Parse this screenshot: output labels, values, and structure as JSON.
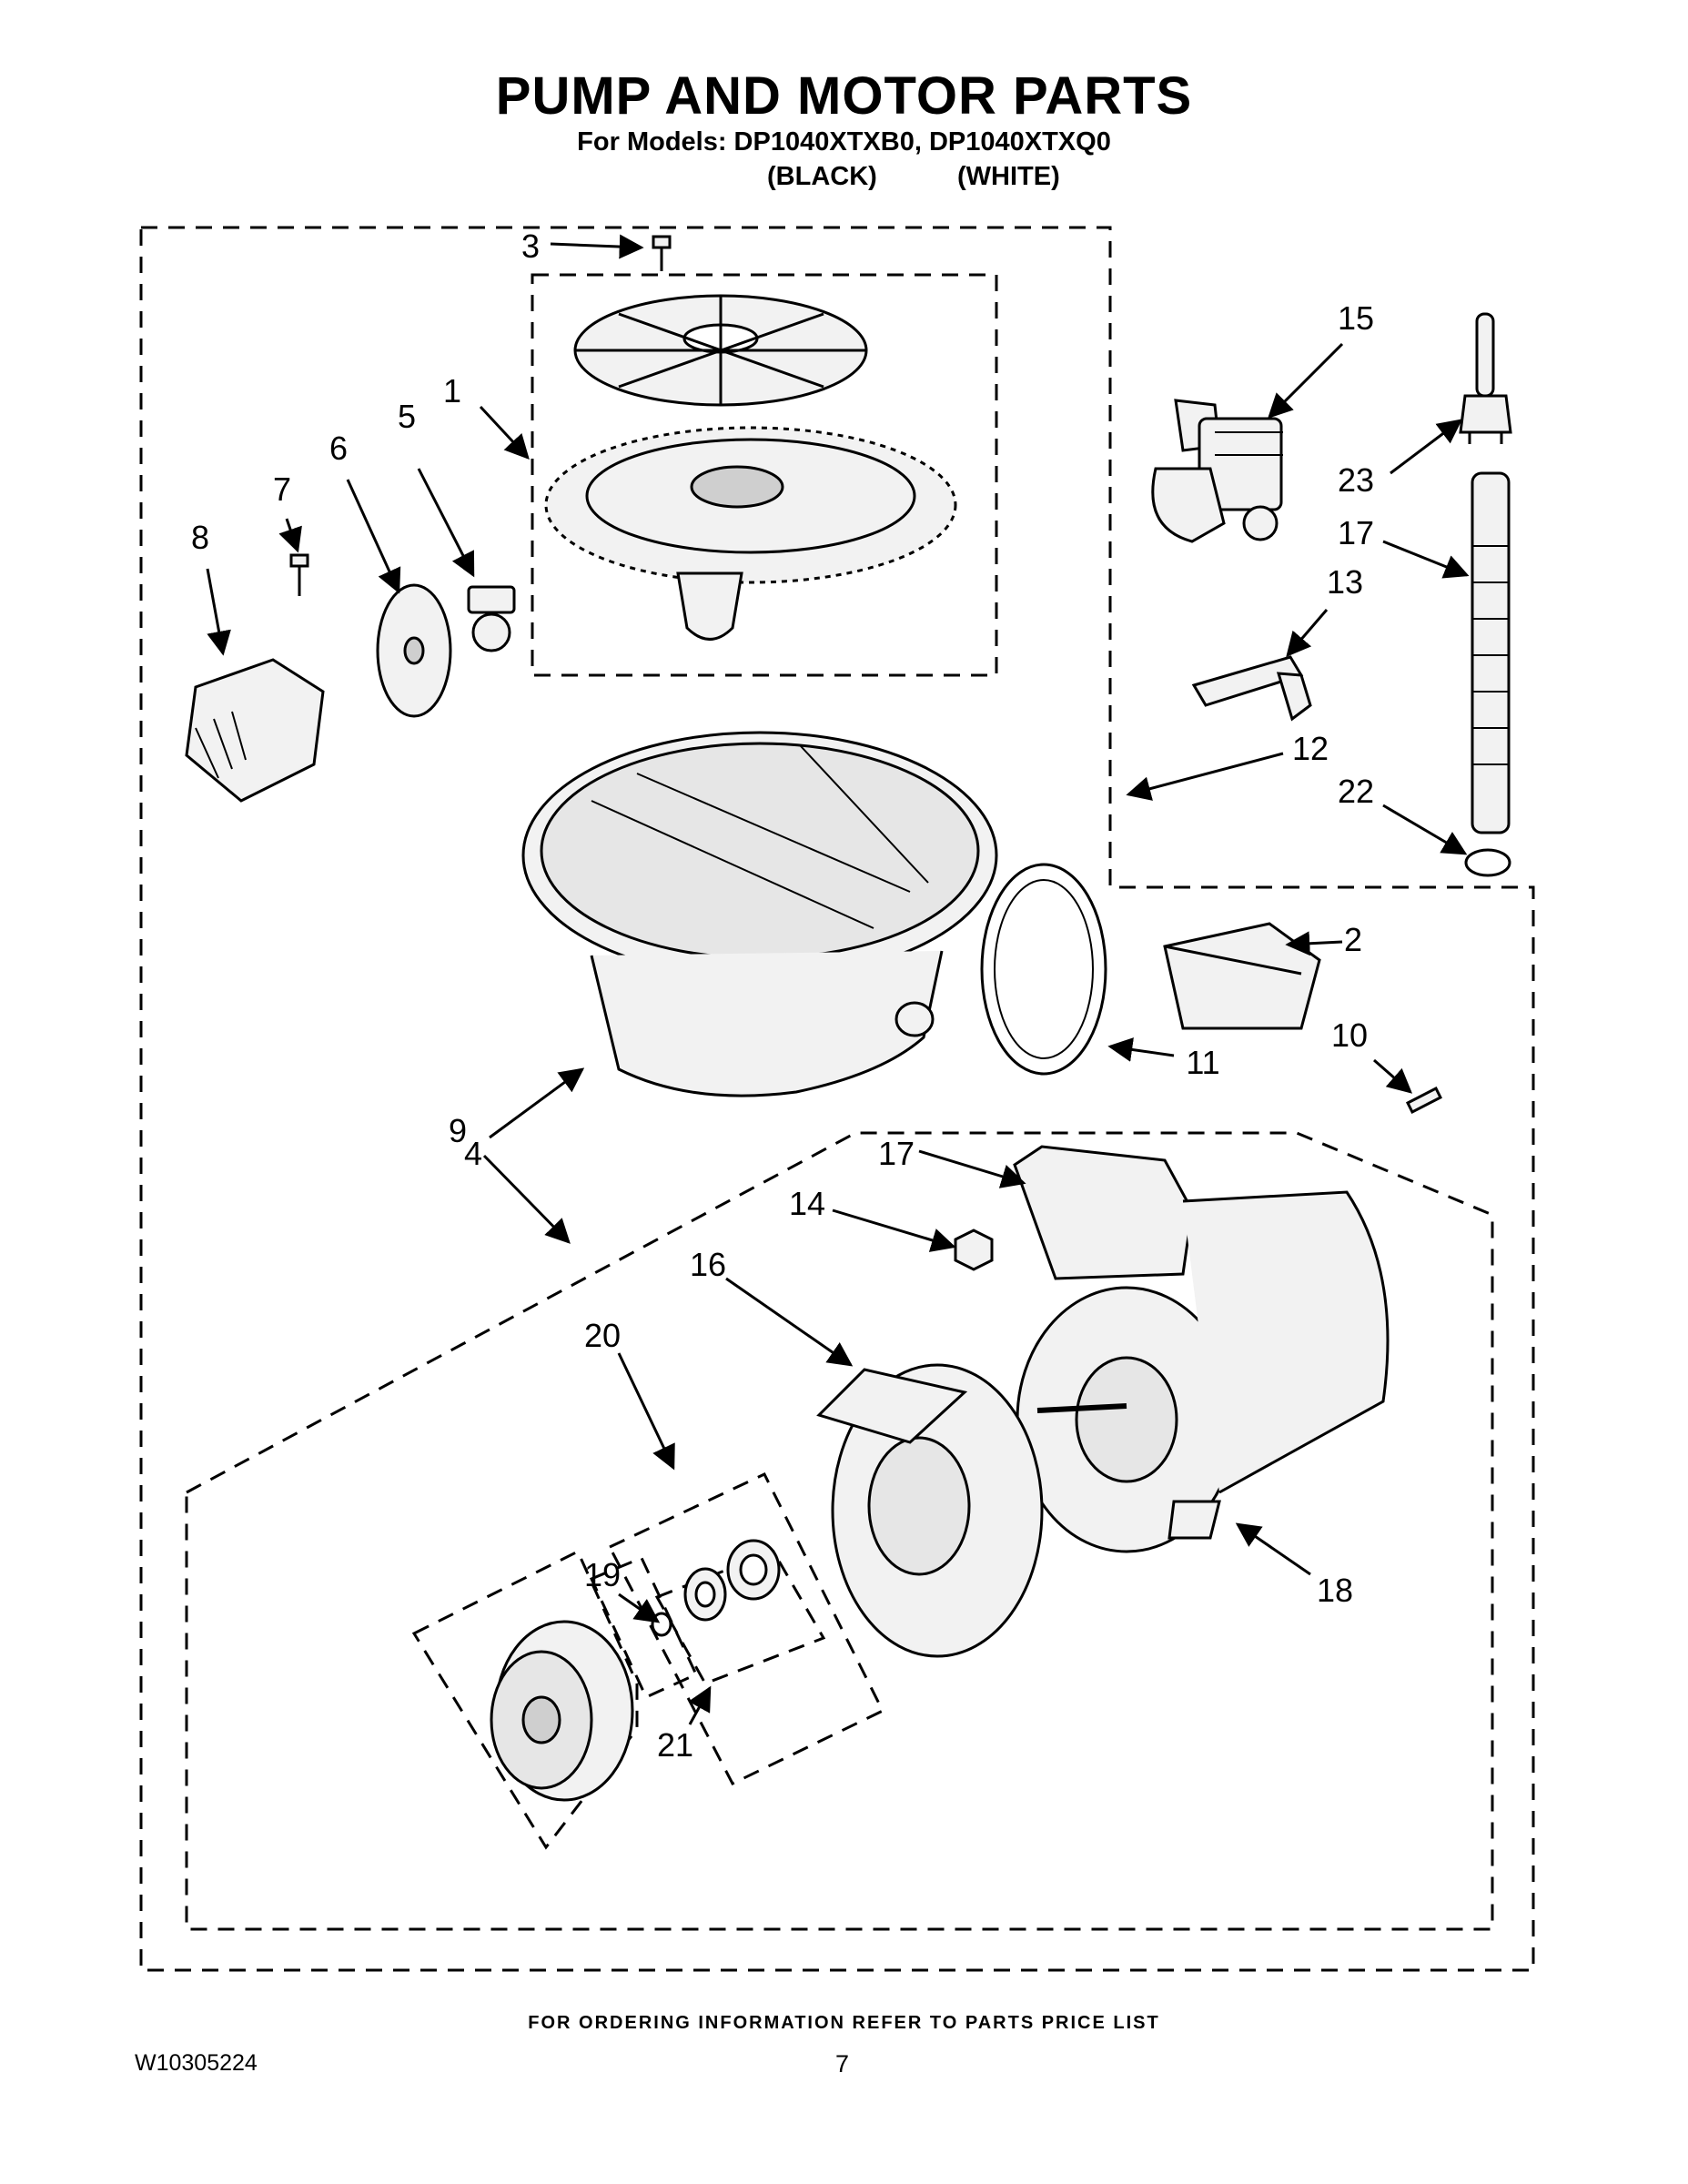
{
  "header": {
    "title": "PUMP AND MOTOR PARTS",
    "subtitle": "For Models: DP1040XTXB0, DP1040XTXQ0",
    "color_black": "(BLACK)",
    "color_white": "(WHITE)"
  },
  "callouts": [
    "1",
    "2",
    "3",
    "4",
    "5",
    "6",
    "7",
    "8",
    "9",
    "10",
    "11",
    "12",
    "13",
    "14",
    "15",
    "16",
    "17",
    "17",
    "18",
    "19",
    "20",
    "21",
    "22",
    "23"
  ],
  "footer": {
    "note": "FOR ORDERING INFORMATION REFER TO PARTS PRICE LIST",
    "doc_number": "W10305224",
    "page_number": "7"
  },
  "colors": {
    "ink": "#000000",
    "part_fill": "#f2f2f2",
    "part_shade": "#cfcfcf"
  }
}
